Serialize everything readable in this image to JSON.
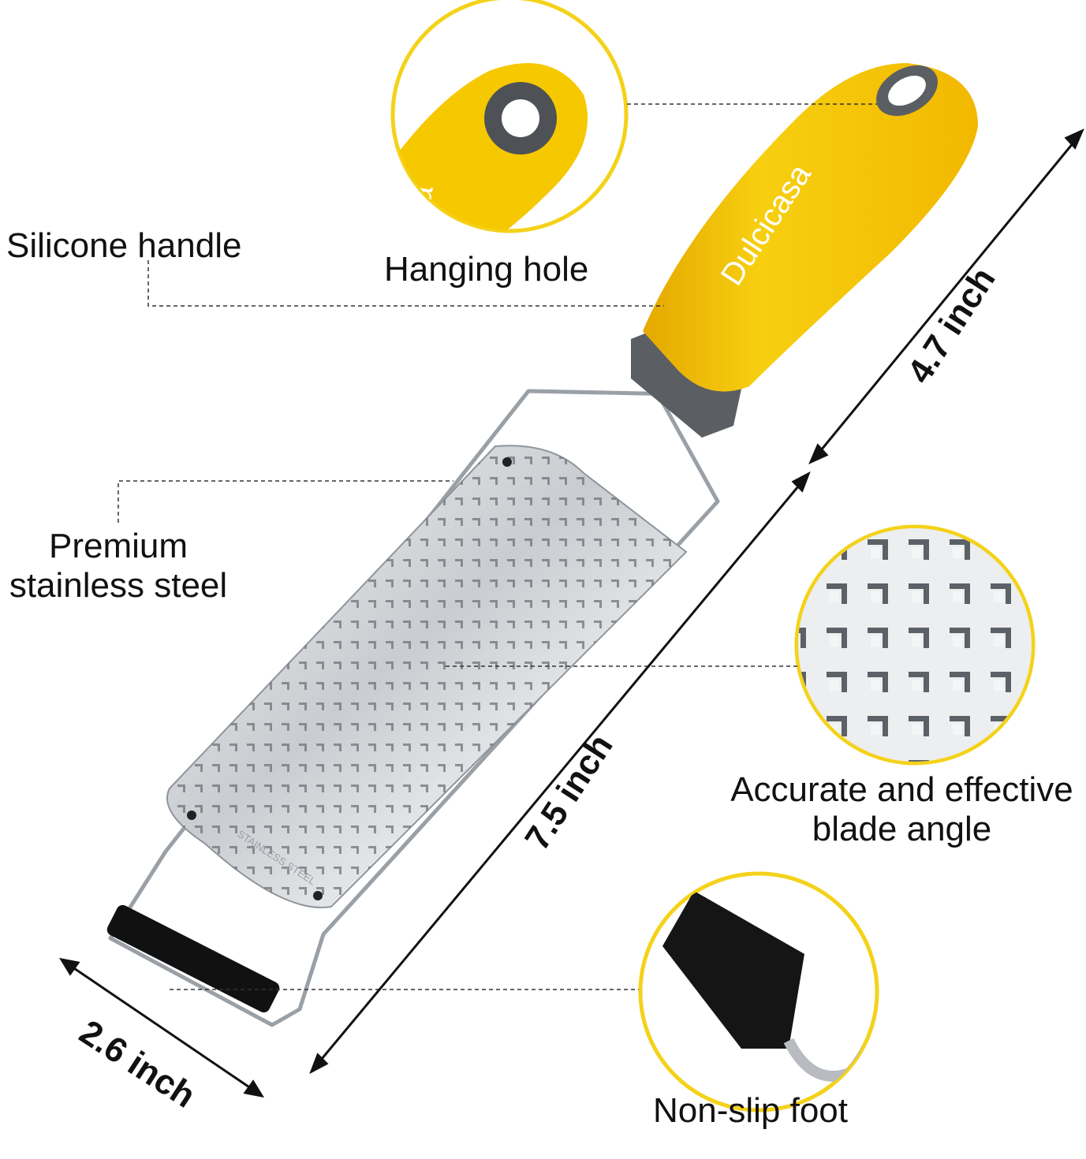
{
  "labels": {
    "silicone_handle": "Silicone handle",
    "hanging_hole": "Hanging hole",
    "premium_line1": "Premium",
    "premium_line2": "stainless steel",
    "blade_line1": "Accurate and effective",
    "blade_line2": "blade angle",
    "non_slip_foot": "Non-slip foot"
  },
  "dimensions": {
    "length_total": "7.5 inch",
    "length_handle": "4.7 inch",
    "width": "2.6 inch"
  },
  "product": {
    "brand": "Dulcicasa",
    "engraving": "STAINLESS STEEL",
    "handle_color": "#f6c800",
    "accent_gray": "#5b5f63",
    "foot_color": "#111111",
    "steel_color": "#c9ccd0",
    "callout_border": "#f4d21a"
  }
}
